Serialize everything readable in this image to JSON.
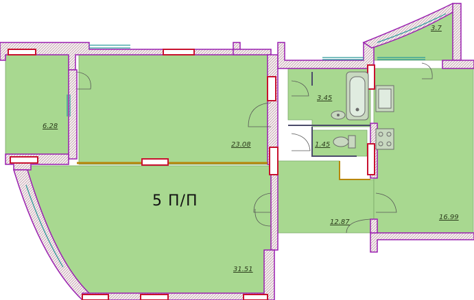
{
  "plan": {
    "unit_label": "5 П/П",
    "rooms": [
      {
        "id": "balcony-left",
        "area": "6.28"
      },
      {
        "id": "room-upper",
        "area": "23.08"
      },
      {
        "id": "room-lower",
        "area": "31.51"
      },
      {
        "id": "bathroom",
        "area": "3.45"
      },
      {
        "id": "toilet",
        "area": "1.45"
      },
      {
        "id": "hall",
        "area": "12.87"
      },
      {
        "id": "kitchen",
        "area": "16.99"
      },
      {
        "id": "balcony-right",
        "area": "3.7"
      }
    ],
    "colors": {
      "floor": "#a8d890",
      "wall_fill": "#ffffff",
      "wall_edge": "#9a1fb0",
      "wall_hatch": "#6a2a2a",
      "window_red": "#c8102e",
      "fixture": "#6a6a6a"
    }
  }
}
